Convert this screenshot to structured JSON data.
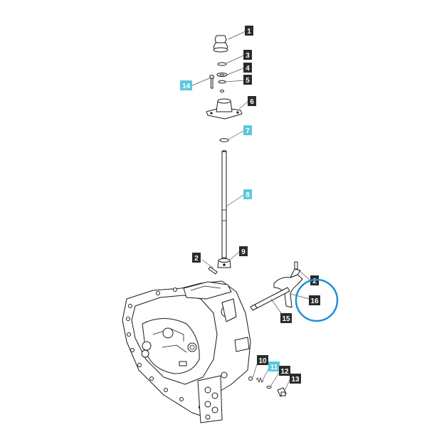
{
  "colors": {
    "callout_dark": "#2b2b2b",
    "callout_cyan": "#5bc8dc",
    "highlight_ring": "#1e8fd6"
  },
  "callouts": [
    {
      "id": "c1",
      "label": "1",
      "style": "dark"
    },
    {
      "id": "c2a",
      "label": "2",
      "style": "dark"
    },
    {
      "id": "c2b",
      "label": "2",
      "style": "dark"
    },
    {
      "id": "c3",
      "label": "3",
      "style": "dark"
    },
    {
      "id": "c4",
      "label": "4",
      "style": "dark"
    },
    {
      "id": "c5",
      "label": "5",
      "style": "dark"
    },
    {
      "id": "c6",
      "label": "6",
      "style": "dark"
    },
    {
      "id": "c7",
      "label": "7",
      "style": "cyan"
    },
    {
      "id": "c8",
      "label": "8",
      "style": "cyan"
    },
    {
      "id": "c9",
      "label": "9",
      "style": "dark"
    },
    {
      "id": "c10",
      "label": "10",
      "style": "dark"
    },
    {
      "id": "c11",
      "label": "11",
      "style": "cyan"
    },
    {
      "id": "c12",
      "label": "12",
      "style": "dark"
    },
    {
      "id": "c13",
      "label": "13",
      "style": "dark"
    },
    {
      "id": "c14",
      "label": "14",
      "style": "cyan"
    },
    {
      "id": "c15",
      "label": "15",
      "style": "dark"
    },
    {
      "id": "c16",
      "label": "16",
      "style": "dark"
    }
  ],
  "highlighted_callout": "16"
}
